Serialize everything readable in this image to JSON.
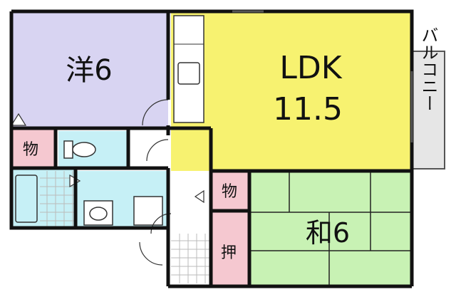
{
  "rooms": {
    "western": {
      "label": "洋6",
      "color": "#d8d4f2"
    },
    "ldk": {
      "label_line1": "LDK",
      "label_line2": "11.5",
      "color": "#f7f270"
    },
    "japanese": {
      "label": "和6",
      "color": "#c8f2b4"
    },
    "closet_top_left": {
      "label": "物",
      "color": "#f5c8d0"
    },
    "closet_middle": {
      "label": "物",
      "color": "#f5c8d0"
    },
    "oshiire": {
      "label": "押",
      "color": "#f5c8d0"
    },
    "toilet": {
      "color": "#c6f0f6"
    },
    "washroom": {
      "color": "#c6f0f6"
    },
    "bath": {
      "color": "#c6f0f6"
    }
  },
  "balcony": {
    "label": "バルコニー",
    "color": "#e6e6e6"
  },
  "colors": {
    "wall": "#111111",
    "line": "#333333",
    "tile": "#bbbbbb"
  }
}
